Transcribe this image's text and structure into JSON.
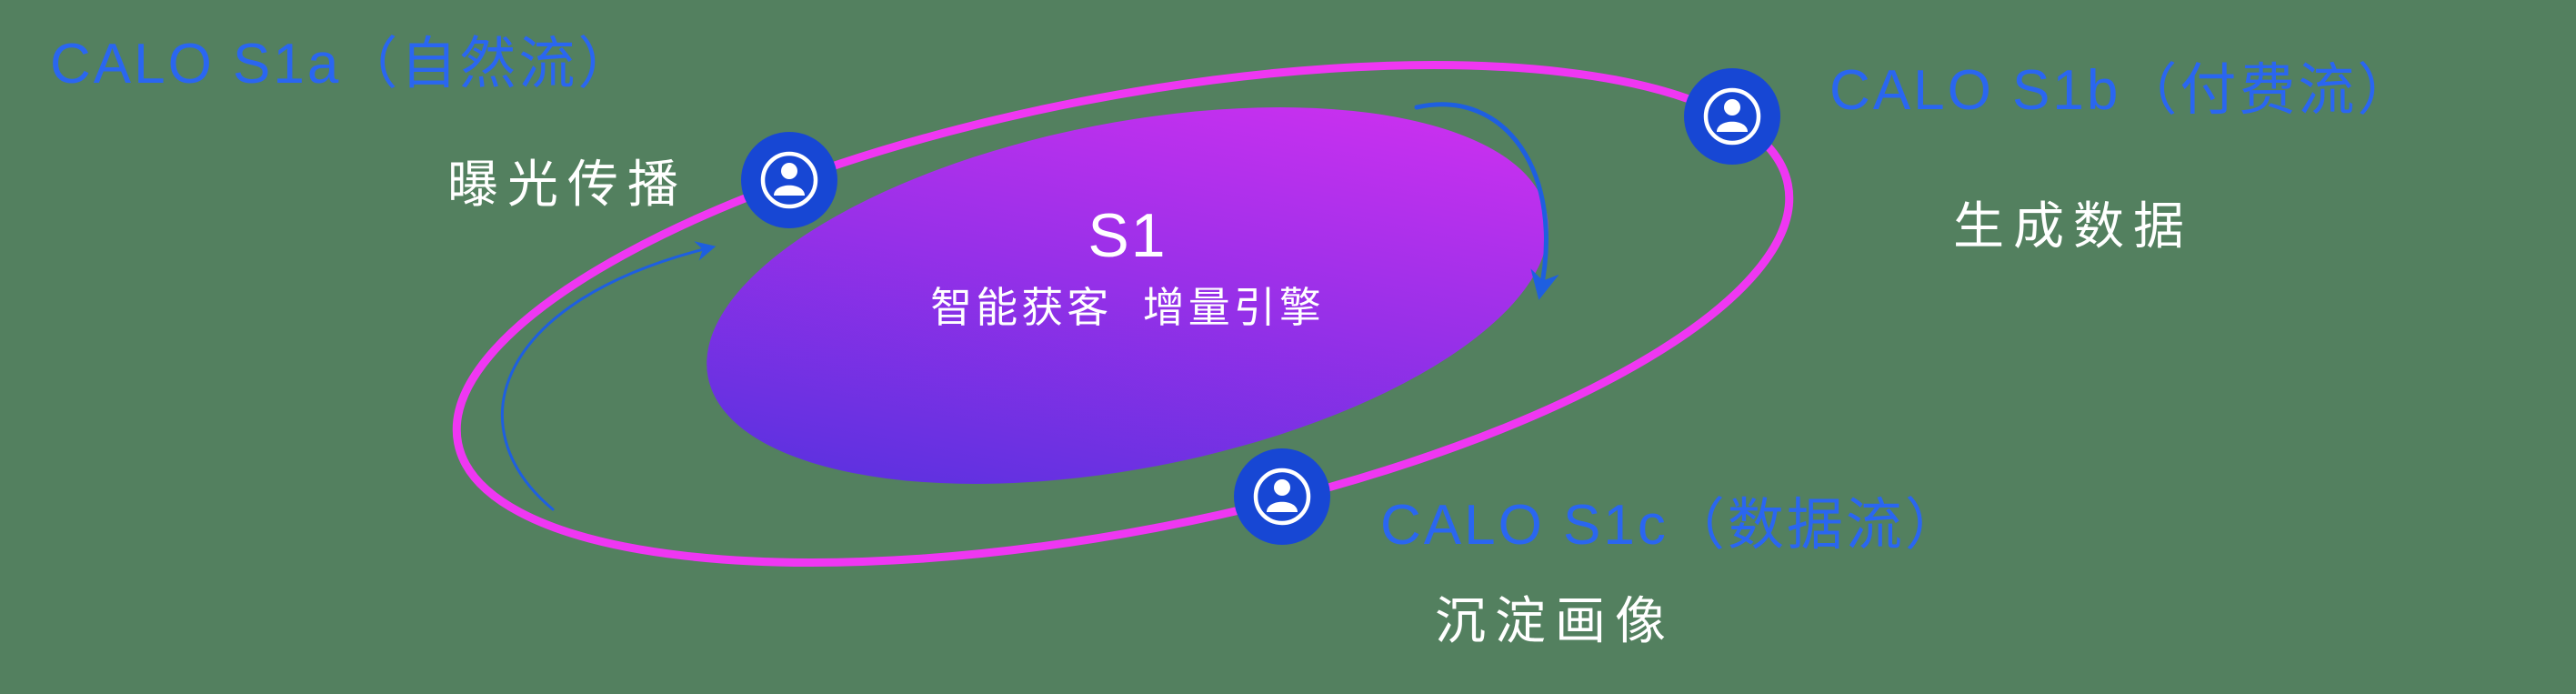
{
  "colors": {
    "background": "#53805f",
    "ringMagenta": "#ef37f2",
    "coreGradFrom": "#4a31dd",
    "coreGradTo": "#dd30f2",
    "nodeBlue": "#1747d4",
    "labelBlue": "#2a66f0",
    "arrowBlue": "#1e5fe0",
    "subtitleWhite": "#ffffff"
  },
  "core": {
    "title": "S1",
    "subtitle": "智能获客  增量引擎"
  },
  "nodes": [
    {
      "id": "s1a",
      "label": "CALO S1a（自然流）",
      "sublabel": "曝光传播"
    },
    {
      "id": "s1b",
      "label": "CALO S1b（付费流）",
      "sublabel": "生成数据"
    },
    {
      "id": "s1c",
      "label": "CALO S1c（数据流）",
      "sublabel": "沉淀画像"
    }
  ]
}
